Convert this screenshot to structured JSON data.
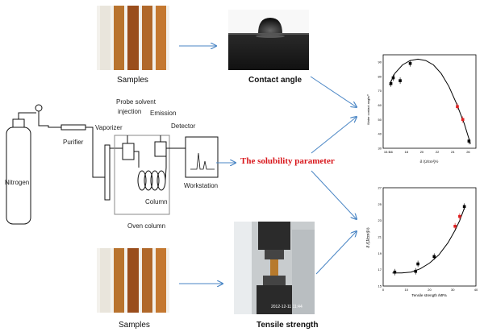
{
  "samples_top": {
    "label": "Samples",
    "strip_colors": [
      "#e9e5dc",
      "#b8732e",
      "#9a4d1c",
      "#b0682a",
      "#c47830"
    ]
  },
  "samples_bottom": {
    "label": "Samples",
    "strip_colors": [
      "#e9e5dc",
      "#b8732e",
      "#9a4d1c",
      "#b0682a",
      "#c47830"
    ]
  },
  "contact_angle": {
    "label": "Contact angle"
  },
  "tensile": {
    "label": "Tensile strength",
    "timestamp": "2012-12-11 11:44"
  },
  "apparatus": {
    "nitrogen": "Nitrogen",
    "purifier": "Purifier",
    "vaporizer": "Vaporizer",
    "probe_solvent_line1": "Probe solvent",
    "probe_solvent_line2": "injection",
    "emission": "Emission",
    "detector": "Detector",
    "column": "Column",
    "oven_column": "Oven column",
    "workstation": "Workstation"
  },
  "solubility": {
    "label": "The solubility parameter",
    "color": "#d8161b"
  },
  "arrow_color": "#4a86c5",
  "chart_data": [
    {
      "type": "scatter",
      "title": "",
      "xlabel": "δ /(J/cm³)½",
      "ylabel": "Water contact angle/°",
      "xlim": [
        15,
        27
      ],
      "ylim": [
        30,
        95
      ],
      "xticks": [
        15.5,
        16,
        18,
        20,
        22,
        24,
        26
      ],
      "yticks": [
        30,
        40,
        50,
        60,
        70,
        80,
        90
      ],
      "points": [
        {
          "x": 16.0,
          "y": 75,
          "color": "black"
        },
        {
          "x": 16.3,
          "y": 79,
          "color": "black"
        },
        {
          "x": 17.2,
          "y": 77,
          "color": "black"
        },
        {
          "x": 18.5,
          "y": 89,
          "color": "black"
        },
        {
          "x": 24.6,
          "y": 59,
          "color": "red"
        },
        {
          "x": 25.3,
          "y": 50,
          "color": "red"
        },
        {
          "x": 26.1,
          "y": 35,
          "color": "black"
        }
      ],
      "fit_curve": [
        [
          15.8,
          74
        ],
        [
          16.5,
          82
        ],
        [
          17.5,
          88
        ],
        [
          18.5,
          91
        ],
        [
          19.5,
          92
        ],
        [
          20.5,
          91
        ],
        [
          21.5,
          88
        ],
        [
          22.5,
          82
        ],
        [
          23.5,
          73
        ],
        [
          24.5,
          61
        ],
        [
          25.5,
          47
        ],
        [
          26.3,
          33
        ]
      ]
    },
    {
      "type": "scatter",
      "title": "",
      "xlabel": "Tensile strength /MPa",
      "ylabel": "δ /(J/cm³)½",
      "xlim": [
        0,
        40
      ],
      "ylim": [
        15,
        27
      ],
      "points": [
        {
          "x": 5,
          "y": 16.7,
          "color": "black"
        },
        {
          "x": 14,
          "y": 16.8,
          "color": "black"
        },
        {
          "x": 15,
          "y": 17.7,
          "color": "black"
        },
        {
          "x": 22,
          "y": 18.6,
          "color": "black"
        },
        {
          "x": 31,
          "y": 22.3,
          "color": "red"
        },
        {
          "x": 33,
          "y": 23.5,
          "color": "red"
        },
        {
          "x": 35,
          "y": 24.7,
          "color": "black"
        }
      ],
      "fit_curve": [
        [
          4,
          16.6
        ],
        [
          8,
          16.6
        ],
        [
          12,
          16.7
        ],
        [
          16,
          17.1
        ],
        [
          20,
          17.8
        ],
        [
          24,
          18.8
        ],
        [
          28,
          20.3
        ],
        [
          31,
          21.8
        ],
        [
          33,
          23.0
        ],
        [
          35,
          24.5
        ]
      ]
    }
  ]
}
